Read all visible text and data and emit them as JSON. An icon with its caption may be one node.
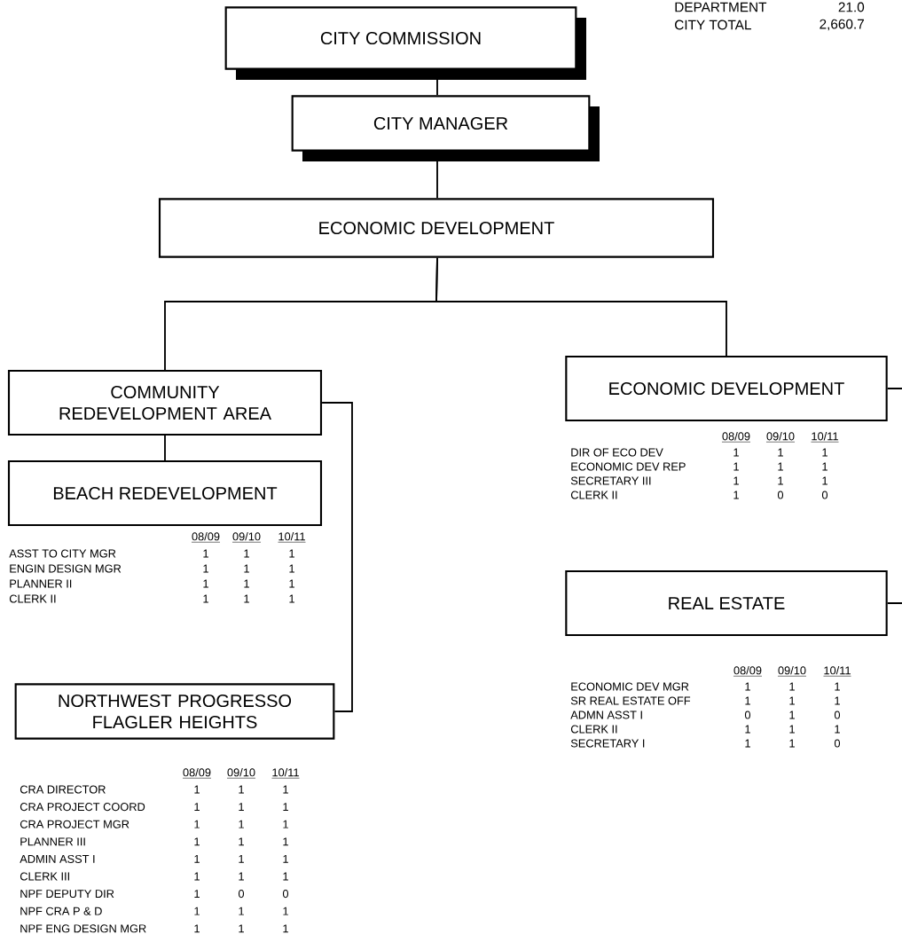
{
  "diagram": {
    "nodes": [
      {
        "text": [
          "CITY COMMISSION"
        ]
      },
      {
        "text": [
          "CITY MANAGER"
        ]
      },
      {
        "text": [
          "ECONOMIC DEVELOPMENT"
        ]
      },
      {
        "text": [
          "COMMUNITY REDEVELOPMENT AREA"
        ]
      },
      {
        "text": [
          "BEACH REDEVELOPMENT"
        ]
      },
      {
        "text": [
          "NORTHWEST PROGRESSO FLAGLER HEIGHTS"
        ]
      },
      {
        "text": [
          "ECONOMIC DEVELOPMENT"
        ]
      },
      {
        "text": [
          "REAL ESTATE"
        ]
      }
    ],
    "edges": [
      {
        "from": 0,
        "to": 1,
        "arrow": "none"
      },
      {
        "from": 1,
        "to": 2,
        "arrow": "none"
      },
      {
        "from": 2,
        "to": 3,
        "arrow": "none"
      },
      {
        "from": 2,
        "to": 6,
        "arrow": "none"
      },
      {
        "from": 3,
        "to": 4,
        "arrow": "none"
      },
      {
        "from": 3,
        "to": 5,
        "arrow": "none"
      },
      {
        "from": null,
        "to": 6,
        "arrow": "none"
      },
      {
        "from": null,
        "to": 7,
        "arrow": "none"
      }
    ],
    "labels": [
      "DEPARTMENT",
      "21.0",
      "CITY TOTAL",
      "2,660.7",
      "08/09",
      "09/10",
      "10/11",
      "ASST TO  CITY MGR",
      "1",
      "1",
      "1",
      "ENGIN DESIGN MGR",
      "1",
      "1",
      "1",
      "PLANNER II",
      "1",
      "1",
      "1",
      "CLERK II",
      "1",
      "1",
      "1",
      "08/09",
      "09/10",
      "10/11",
      "CRA  DIRECTOR",
      "1",
      "1",
      "1",
      "CRA PROJECT COORD",
      "1",
      "1",
      "1",
      "CRA PROJECT MGR",
      "1",
      "1",
      "1",
      "PLANNER III",
      "1",
      "1",
      "1",
      "ADMIN ASST I",
      "1",
      "1",
      "1",
      "CLERK III",
      "1",
      "1",
      "1",
      "NPF DEPUTY DIR",
      "1",
      "0",
      "0",
      "NPF CRA P & D",
      "1",
      "1",
      "1",
      "NPF ENG DESIGN MGR",
      "1",
      "1",
      "1",
      "08/09",
      "09/10",
      "10/11",
      "DIR OF ECO DEV",
      "1",
      "1",
      "1",
      "ECONOMIC DEV REP",
      "1",
      "1",
      "1",
      "SECRETARY III",
      "1",
      "1",
      "1",
      "CLERK II",
      "1",
      "0",
      "0",
      "08/09",
      "09/10",
      "10/11",
      "ECONOMIC DEV MGR",
      "1",
      "1",
      "1",
      "SR REAL  ESTATE  OFF",
      "1",
      "1",
      "1",
      "ADMN ASST I",
      "0",
      "1",
      "0",
      "CLERK II",
      "1",
      "1",
      "1",
      "SECRETARY I",
      "1",
      "1",
      "0"
    ]
  }
}
